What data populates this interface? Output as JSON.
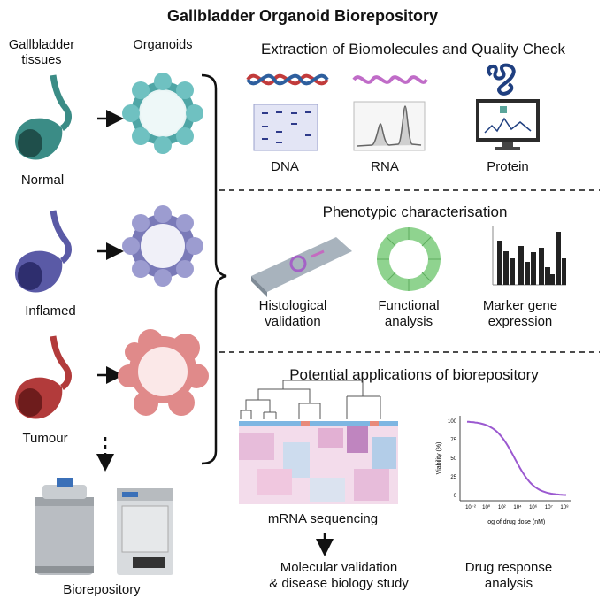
{
  "title": "Gallbladder Organoid Biorepository",
  "left_column": {
    "tissues_header": "Gallbladder\ntissues",
    "organoids_header": "Organoids",
    "samples": [
      {
        "label": "Normal",
        "color": "#3b8c86"
      },
      {
        "label": "Inflamed",
        "color": "#5a5aa6"
      },
      {
        "label": "Tumour",
        "color": "#b23b3b"
      }
    ],
    "storage_label": "Biorepository"
  },
  "section1": {
    "title": "Extraction of Biomolecules and Quality Check",
    "items": [
      {
        "label": "DNA"
      },
      {
        "label": "RNA"
      },
      {
        "label": "Protein"
      }
    ]
  },
  "section2": {
    "title": "Phenotypic characterisation",
    "items": [
      {
        "label": "Histological\nvalidation"
      },
      {
        "label": "Functional\nanalysis"
      },
      {
        "label": "Marker gene\nexpression"
      }
    ]
  },
  "section3": {
    "title": "Potential applications of biorepository",
    "heatmap_label": "mRNA sequencing",
    "outcome_label": "Molecular validation\n& disease biology study",
    "drug_label": "Drug response\nanalysis",
    "dose_chart": {
      "ylabel": "Viability (%)",
      "xlabel": "log of drug dose (nM)",
      "yticks": [
        "0",
        "25",
        "50",
        "75",
        "100"
      ],
      "xticks": [
        "10⁻²",
        "10⁰",
        "10²",
        "10⁴",
        "10⁶",
        "10⁷",
        "10⁸"
      ]
    }
  },
  "colors": {
    "normal": "#3b8c86",
    "inflamed": "#5a5aa6",
    "tumour": "#b23b3b",
    "dna_red": "#c23b3b",
    "dna_blue": "#2e5f9e",
    "rna_purple": "#c06cc8",
    "protein_blue": "#1f3f80",
    "curve_purple": "#9b59d0"
  }
}
